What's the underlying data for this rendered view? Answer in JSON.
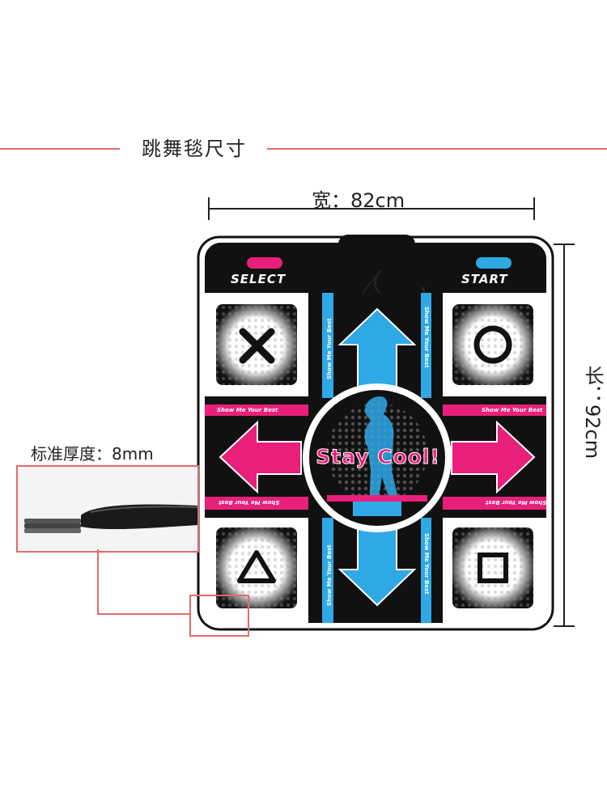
{
  "header": {
    "title": "跳舞毯尺寸"
  },
  "dimensions": {
    "width_label": "宽：82cm",
    "length_label": "长：92cm",
    "thickness_label": "标准厚度：8mm"
  },
  "mat": {
    "select_label": "SELECT",
    "start_label": "START",
    "center_text": "Stay Cool!",
    "slogan": "Show Me Your Best"
  },
  "colors": {
    "accent_line": "#e06b6b",
    "pink": "#e8207a",
    "blue": "#2fa8e6",
    "black": "#0d0d0d"
  }
}
